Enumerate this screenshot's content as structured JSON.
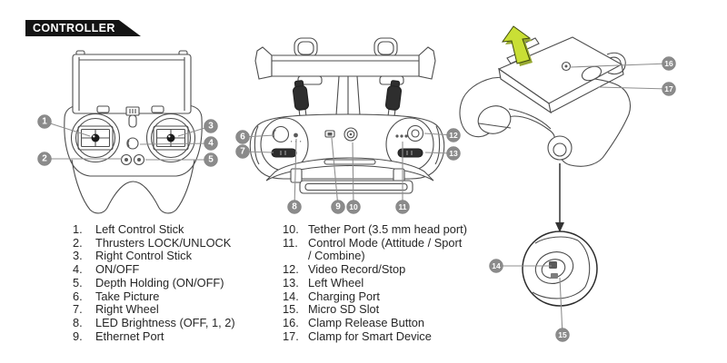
{
  "title": "CONTROLLER",
  "legend": {
    "left": [
      {
        "num": "1.",
        "label": "Left Control Stick"
      },
      {
        "num": "2.",
        "label": "Thrusters LOCK/UNLOCK"
      },
      {
        "num": "3.",
        "label": "Right Control Stick"
      },
      {
        "num": "4.",
        "label": "ON/OFF"
      },
      {
        "num": "5.",
        "label": "Depth Holding (ON/OFF)"
      },
      {
        "num": "6.",
        "label": "Take Picture"
      },
      {
        "num": "7.",
        "label": "Right Wheel"
      },
      {
        "num": "8.",
        "label": "LED Brightness (OFF, 1, 2)"
      },
      {
        "num": "9.",
        "label": "Ethernet Port"
      }
    ],
    "right": [
      {
        "num": "10.",
        "label": "Tether Port (3.5 mm head port)"
      },
      {
        "num": "11.",
        "label": "Control Mode (Attitude / Sport\n/ Combine)"
      },
      {
        "num": "12.",
        "label": "Video Record/Stop"
      },
      {
        "num": "13.",
        "label": "Left Wheel"
      },
      {
        "num": "14.",
        "label": "Charging Port"
      },
      {
        "num": "15.",
        "label": "Micro SD Slot"
      },
      {
        "num": "16.",
        "label": "Clamp Release Button"
      },
      {
        "num": "17.",
        "label": "Clamp for Smart Device"
      }
    ]
  },
  "callouts": {
    "numbers": [
      "1",
      "2",
      "3",
      "4",
      "5",
      "6",
      "7",
      "8",
      "9",
      "10",
      "11",
      "12",
      "13",
      "14",
      "15",
      "16",
      "17"
    ]
  },
  "colors": {
    "banner": "#141414",
    "bubble": "#8b8b8b",
    "bubble_text": "#ffffff",
    "line_art": "#4d4d4d",
    "dark_part": "#2e2e2e",
    "arrow_green": "#c9df35",
    "arrow_green_shadow": "#97a832",
    "text": "#262626"
  }
}
